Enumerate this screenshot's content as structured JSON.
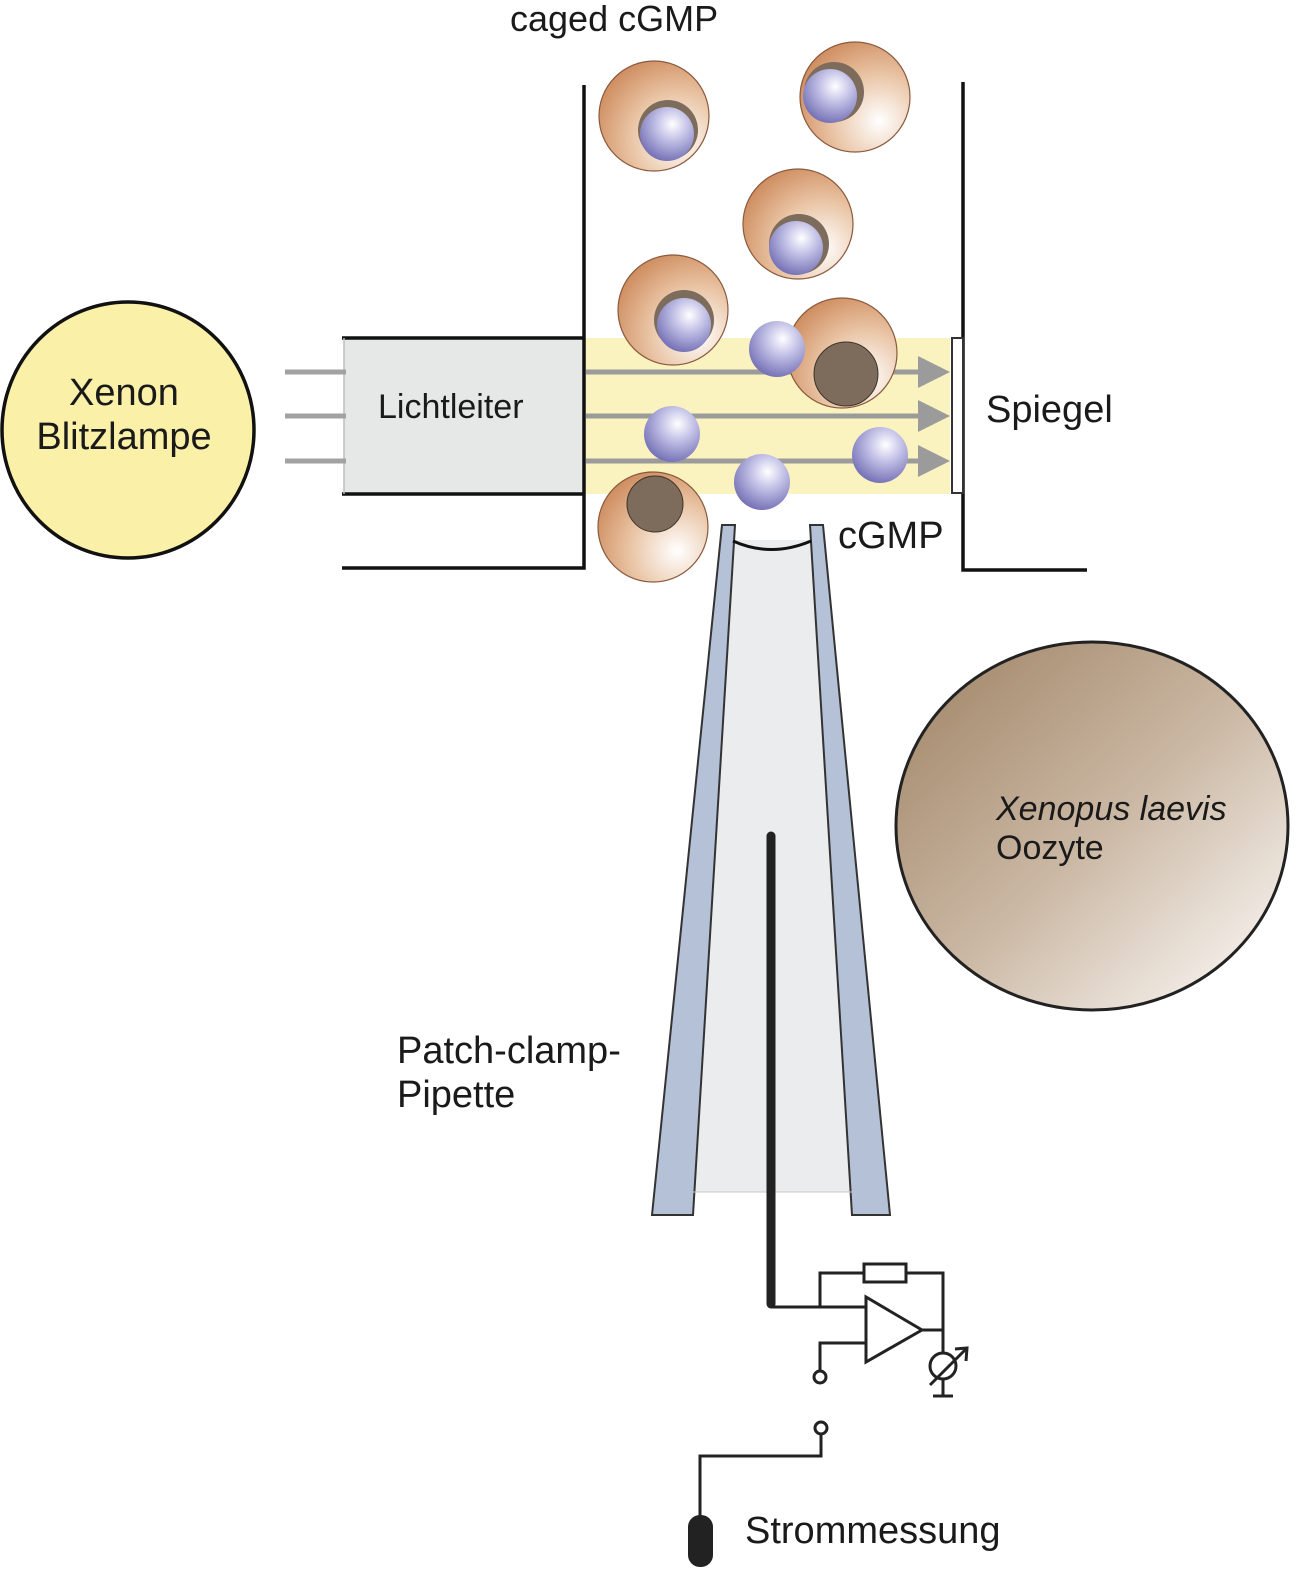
{
  "labels": {
    "caged_cgmp": "caged cGMP",
    "xenon_line1": "Xenon",
    "xenon_line2": "Blitzlampe",
    "lichtleiter": "Lichtleiter",
    "spiegel": "Spiegel",
    "cgmp": "cGMP",
    "oocyte_line1": "Xenopus laevis",
    "oocyte_line2": "Oozyte",
    "pipette_line1": "Patch-clamp-",
    "pipette_line2": "Pipette",
    "strommessung": "Strommessung"
  },
  "colors": {
    "lamp_fill": "#faf0a8",
    "light_beam": "#fbf3bf",
    "light_guide": "#e6e7e7",
    "pipette_glass": "#b4c1d6",
    "pipette_inner": "#eaeced",
    "caged_shell": "#d9a27a",
    "cgmp_sphere": "#8e8cc7",
    "oocyte_fill": "#b7a089",
    "arrow": "#9b9b9b"
  }
}
